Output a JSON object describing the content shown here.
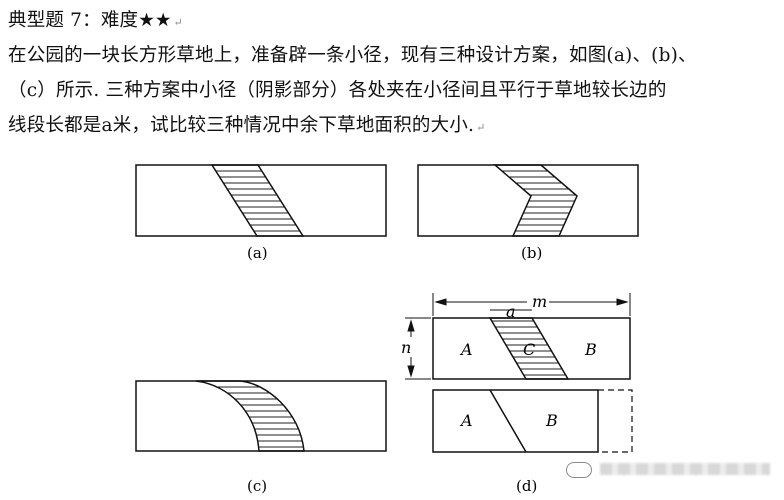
{
  "header": {
    "title": "典型题 7：难度",
    "stars": "★★",
    "return_mark": "↵"
  },
  "problem": {
    "line1": "在公园的一块长方形草地上，准备辟一条小径，现有三种设计方案，如图(a)、(b)、",
    "line2": "（c）所示. 三种方案中小径（阴影部分）各处夹在小径间且平行于草地较长边的",
    "line3": "线段长都是a米，试比较三种情况中余下草地面积的大小."
  },
  "figures": {
    "a": {
      "caption": "(a)"
    },
    "b": {
      "caption": "(b)"
    },
    "c": {
      "caption": "(c)"
    },
    "d": {
      "caption": "(d)",
      "label_a": "a",
      "label_m": "m",
      "label_n": "n",
      "region_A": "A",
      "region_B": "B",
      "region_C": "C"
    }
  }
}
